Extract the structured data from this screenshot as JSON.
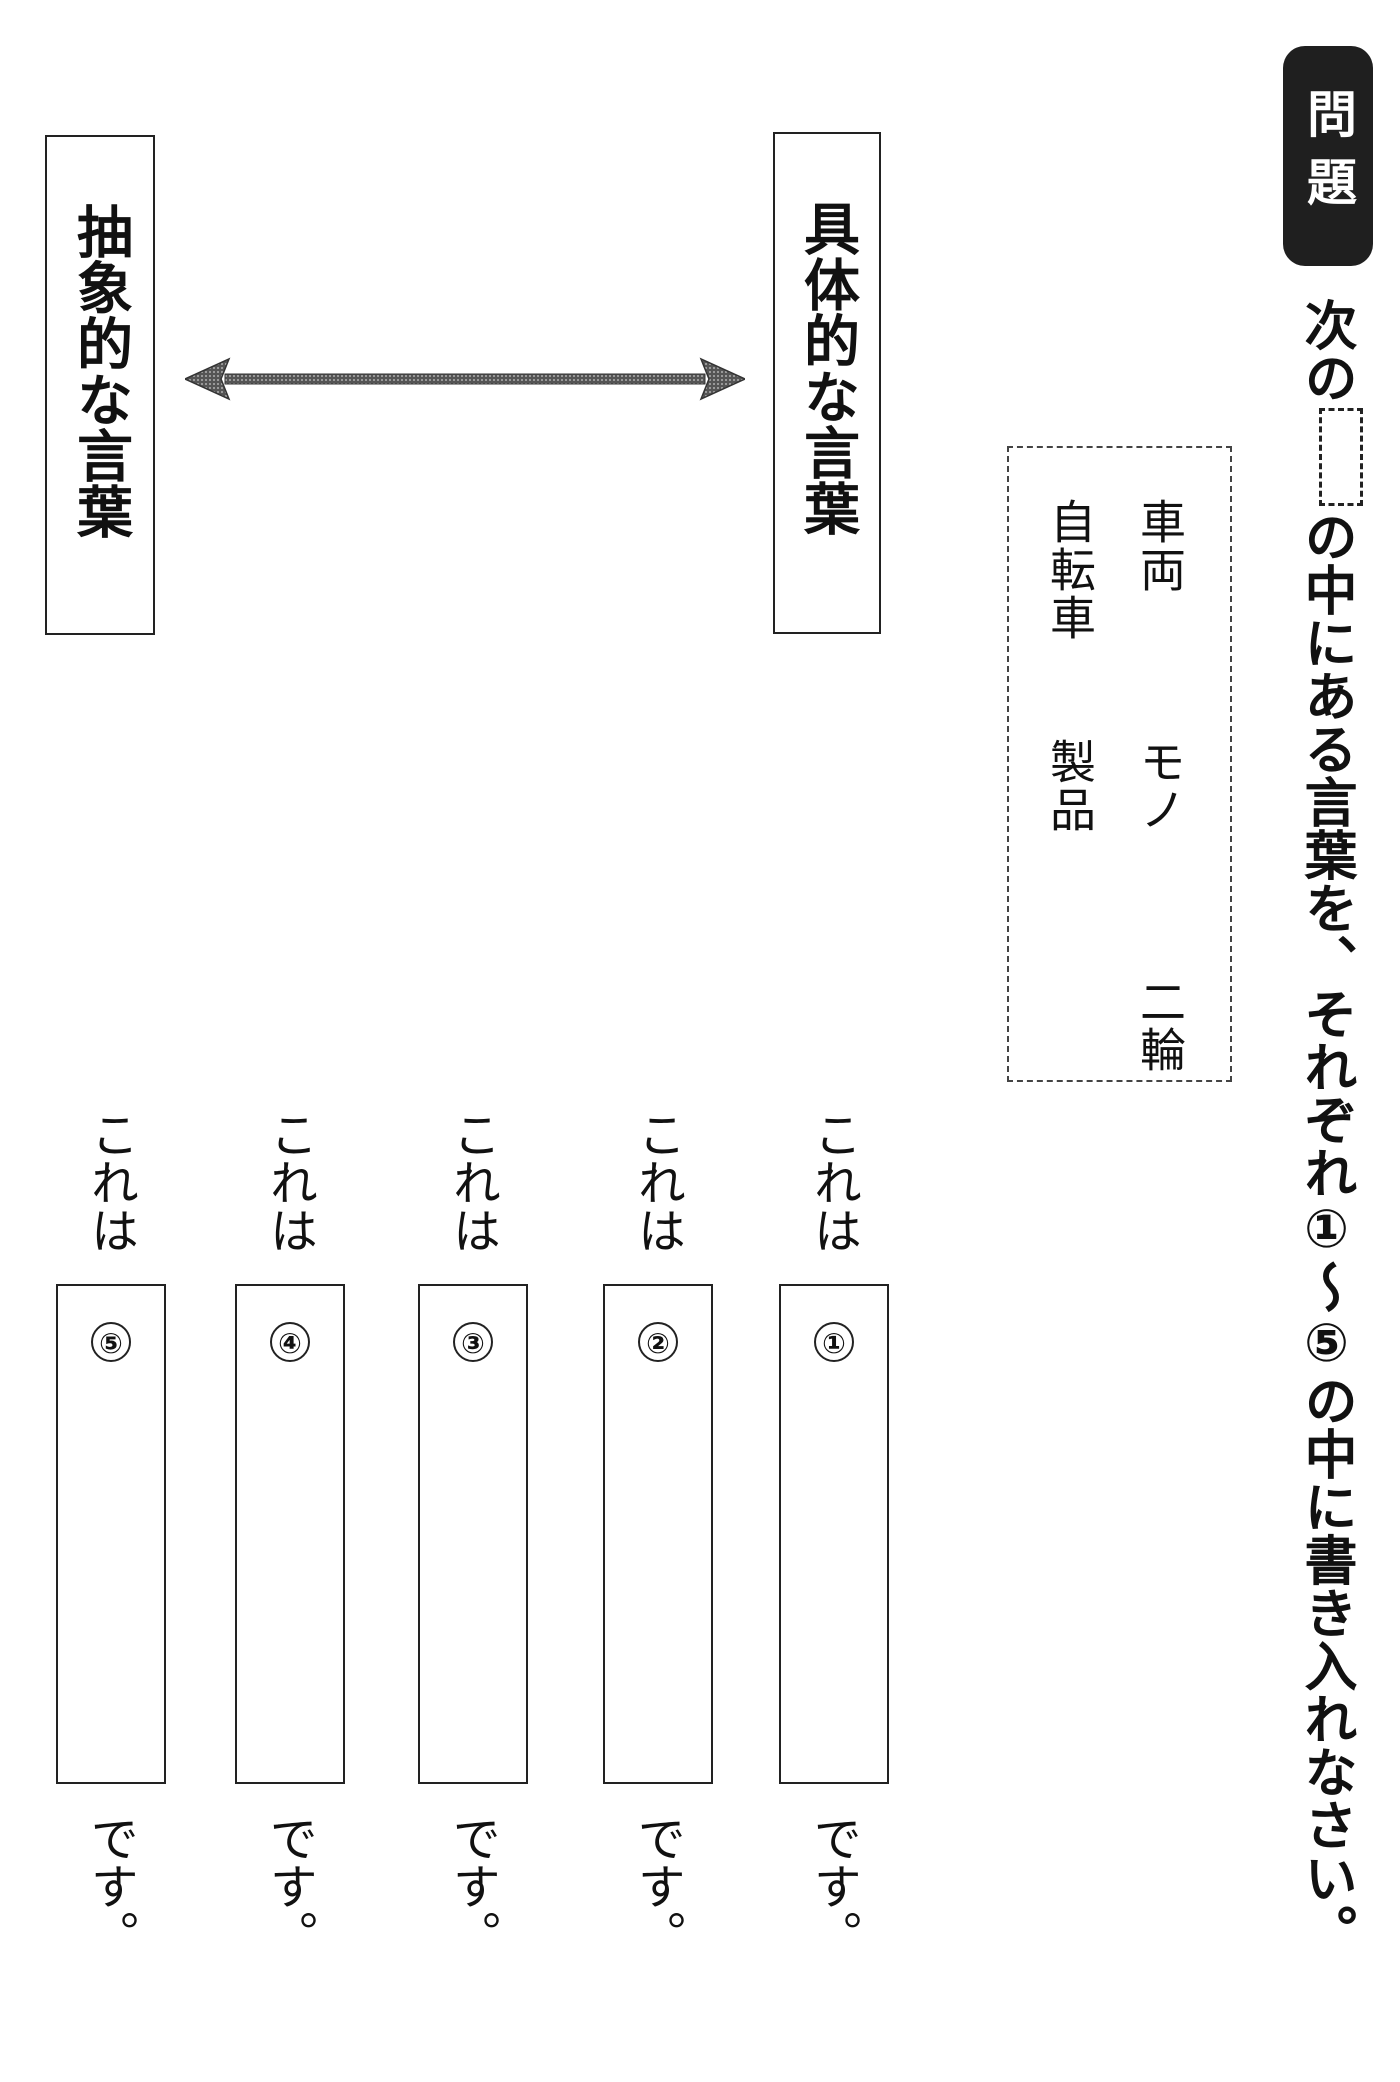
{
  "header": {
    "badge": "問題"
  },
  "instruction": {
    "part1": "次の",
    "part2": "の中にある言葉を、それぞれ①～⑤の中に書き入れなさい。"
  },
  "word_bank": {
    "column1": "車両　　　モノ　　　二輪",
    "column2": "自転車　　製品"
  },
  "concepts": {
    "concrete": "具体的な言葉",
    "abstract": "抽象的な言葉"
  },
  "answers": [
    {
      "prefix": "これは",
      "number": "①",
      "suffix": "です。"
    },
    {
      "prefix": "これは",
      "number": "②",
      "suffix": "です。"
    },
    {
      "prefix": "これは",
      "number": "③",
      "suffix": "です。"
    },
    {
      "prefix": "これは",
      "number": "④",
      "suffix": "です。"
    },
    {
      "prefix": "これは",
      "number": "⑤",
      "suffix": "です。"
    }
  ]
}
